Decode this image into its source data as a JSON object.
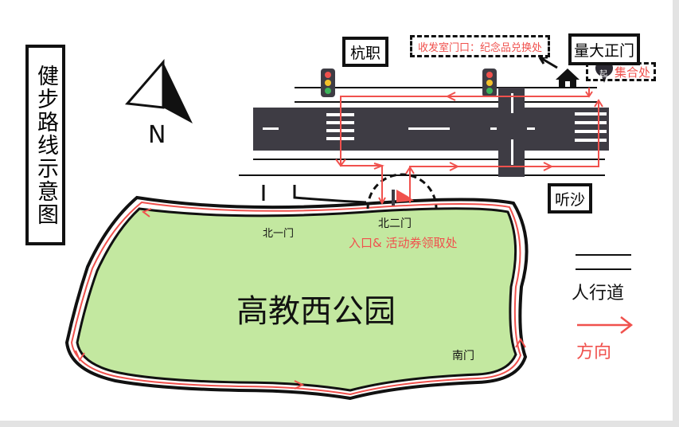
{
  "title": "健步路线示意图",
  "compass": {
    "label": "N",
    "icon": "north-arrow-icon"
  },
  "places": {
    "hangzhi": "杭职",
    "liangda": "量大正门",
    "tingsha": "听沙",
    "park": "高教西公园",
    "north1": "北一门",
    "north2": "北二门",
    "south": "南门"
  },
  "notes": {
    "mailroom": "收发室门口：纪念品兑换处",
    "assembly": "集合处",
    "start_marker": "起",
    "entrance": "入口& 活动券领取处"
  },
  "legend": {
    "sidewalk": "人行道",
    "direction": "方向"
  },
  "colors": {
    "route": "#f0514d",
    "road": "#3e3c44",
    "park": "#c3e8a0",
    "ink": "#111111"
  }
}
